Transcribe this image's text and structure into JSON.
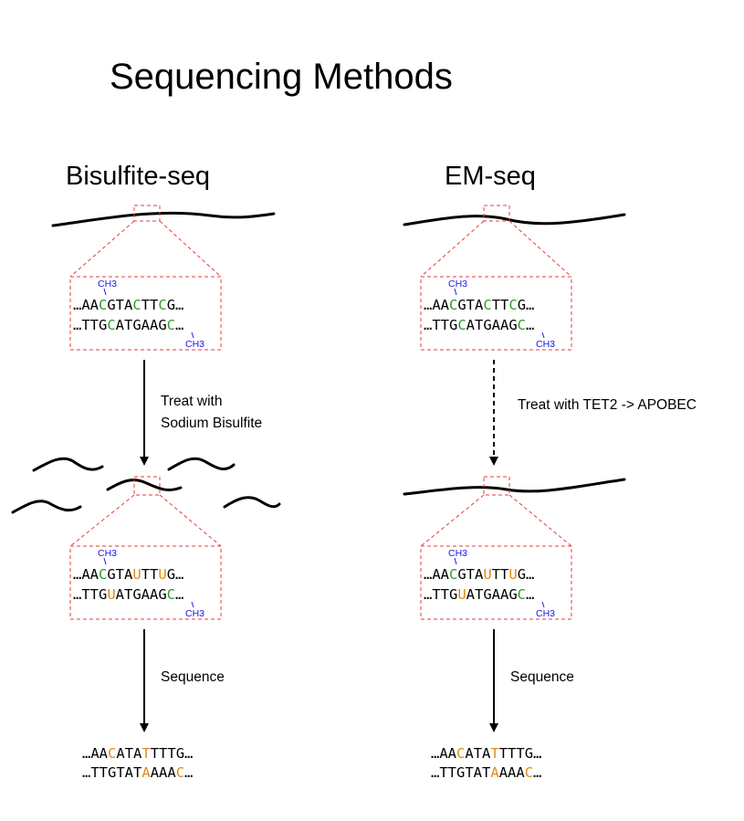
{
  "title": "Sequencing Methods",
  "colors": {
    "text": "#000000",
    "methyl_label": "#1a1ae6",
    "methylated_c": "#2e9a2e",
    "converted": "#e08a1c",
    "zoom_box": "#e63c3c"
  },
  "methyl_label": "CH3",
  "panels": [
    {
      "id": "bisulfite",
      "label": "Bisulfite-seq",
      "before": {
        "top": [
          [
            "…AA",
            "k"
          ],
          [
            "C",
            "g"
          ],
          [
            "GTA",
            "k"
          ],
          [
            "C",
            "g"
          ],
          [
            "TT",
            "k"
          ],
          [
            "C",
            "g"
          ],
          [
            "G…",
            "k"
          ]
        ],
        "bottom": [
          [
            "…TTG",
            "k"
          ],
          [
            "C",
            "g"
          ],
          [
            "ATGAAG",
            "k"
          ],
          [
            "C",
            "g"
          ],
          [
            "…",
            "k"
          ]
        ]
      },
      "treatment": {
        "lines": [
          "Treat with",
          "Sodium Bisulfite"
        ],
        "dashed": false
      },
      "after": {
        "top": [
          [
            "…AA",
            "k"
          ],
          [
            "C",
            "g"
          ],
          [
            "GTA",
            "k"
          ],
          [
            "U",
            "o"
          ],
          [
            "TT",
            "k"
          ],
          [
            "U",
            "o"
          ],
          [
            "G…",
            "k"
          ]
        ],
        "bottom": [
          [
            "…TTG",
            "k"
          ],
          [
            "U",
            "o"
          ],
          [
            "ATGAAG",
            "k"
          ],
          [
            "C",
            "g"
          ],
          [
            "…",
            "k"
          ]
        ]
      },
      "sequence_label": "Sequence",
      "result": {
        "top": [
          [
            "…AA",
            "k"
          ],
          [
            "C",
            "o"
          ],
          [
            "A",
            "k"
          ],
          [
            "T",
            "k"
          ],
          [
            "A",
            "k"
          ],
          [
            "T",
            "o"
          ],
          [
            "TTT",
            "k"
          ],
          [
            "G…",
            "k"
          ]
        ],
        "bottom": [
          [
            "…TTG",
            "k"
          ],
          [
            "T",
            "k"
          ],
          [
            "AT",
            "k"
          ],
          [
            "A",
            "o"
          ],
          [
            "AA",
            "k"
          ],
          [
            "A",
            "k"
          ],
          [
            "C",
            "o"
          ],
          [
            "…",
            "k"
          ]
        ]
      }
    },
    {
      "id": "emseq",
      "label": "EM-seq",
      "before": {
        "top": [
          [
            "…AA",
            "k"
          ],
          [
            "C",
            "g"
          ],
          [
            "GTA",
            "k"
          ],
          [
            "C",
            "g"
          ],
          [
            "TT",
            "k"
          ],
          [
            "C",
            "g"
          ],
          [
            "G…",
            "k"
          ]
        ],
        "bottom": [
          [
            "…TTG",
            "k"
          ],
          [
            "C",
            "g"
          ],
          [
            "ATGAAG",
            "k"
          ],
          [
            "C",
            "g"
          ],
          [
            "…",
            "k"
          ]
        ]
      },
      "treatment": {
        "lines": [
          "Treat with TET2 -> APOBEC"
        ],
        "dashed": true
      },
      "after": {
        "top": [
          [
            "…AA",
            "k"
          ],
          [
            "C",
            "g"
          ],
          [
            "GTA",
            "k"
          ],
          [
            "U",
            "o"
          ],
          [
            "TT",
            "k"
          ],
          [
            "U",
            "o"
          ],
          [
            "G…",
            "k"
          ]
        ],
        "bottom": [
          [
            "…TTG",
            "k"
          ],
          [
            "U",
            "o"
          ],
          [
            "ATGAAG",
            "k"
          ],
          [
            "C",
            "g"
          ],
          [
            "…",
            "k"
          ]
        ]
      },
      "sequence_label": "Sequence",
      "result": {
        "top": [
          [
            "…AA",
            "k"
          ],
          [
            "C",
            "o"
          ],
          [
            "A",
            "k"
          ],
          [
            "T",
            "k"
          ],
          [
            "A",
            "k"
          ],
          [
            "T",
            "o"
          ],
          [
            "TTT",
            "k"
          ],
          [
            "G…",
            "k"
          ]
        ],
        "bottom": [
          [
            "…TTG",
            "k"
          ],
          [
            "T",
            "k"
          ],
          [
            "AT",
            "k"
          ],
          [
            "A",
            "o"
          ],
          [
            "AA",
            "k"
          ],
          [
            "A",
            "k"
          ],
          [
            "C",
            "o"
          ],
          [
            "…",
            "k"
          ]
        ]
      }
    }
  ]
}
